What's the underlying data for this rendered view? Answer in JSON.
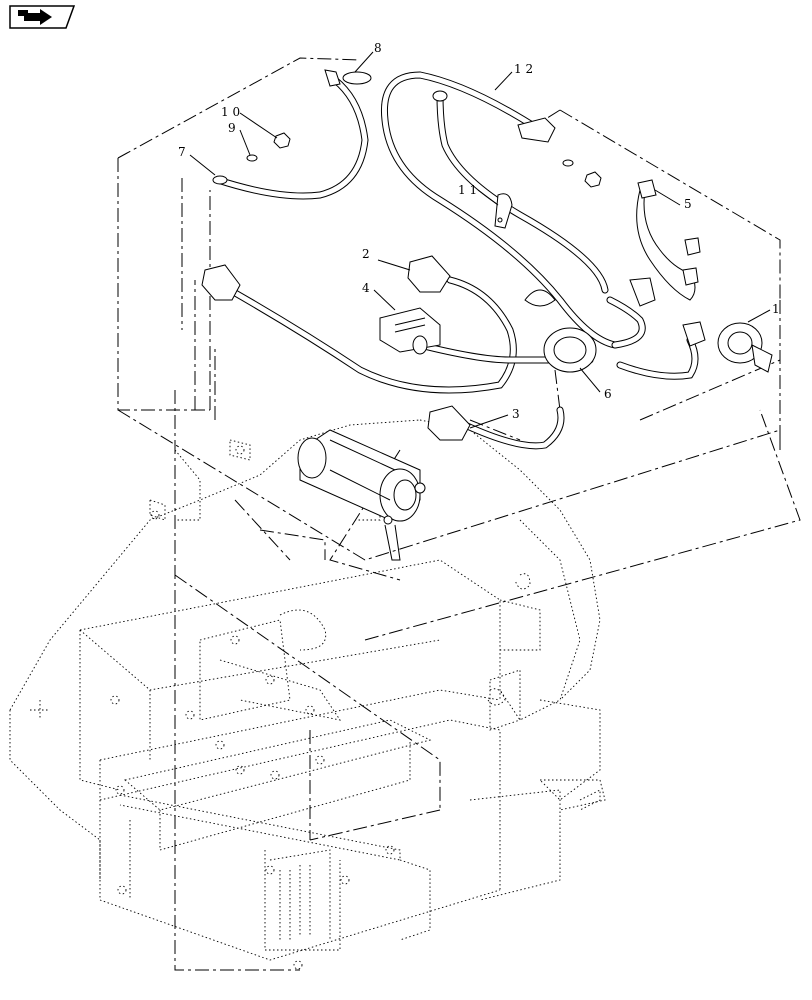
{
  "nav": {
    "icon": "return-arrow-icon"
  },
  "callouts": [
    {
      "id": "1",
      "text": "1"
    },
    {
      "id": "2",
      "text": "2"
    },
    {
      "id": "3",
      "text": "3"
    },
    {
      "id": "4",
      "text": "4"
    },
    {
      "id": "5",
      "text": "5"
    },
    {
      "id": "6",
      "text": "6"
    },
    {
      "id": "7",
      "text": "7"
    },
    {
      "id": "8",
      "text": "8"
    },
    {
      "id": "9",
      "text": "9"
    },
    {
      "id": "10",
      "text": "1 0"
    },
    {
      "id": "11",
      "text": "1 1"
    },
    {
      "id": "12",
      "text": "1 2"
    }
  ],
  "colors": {
    "line": "#000000",
    "background": "#ffffff"
  }
}
